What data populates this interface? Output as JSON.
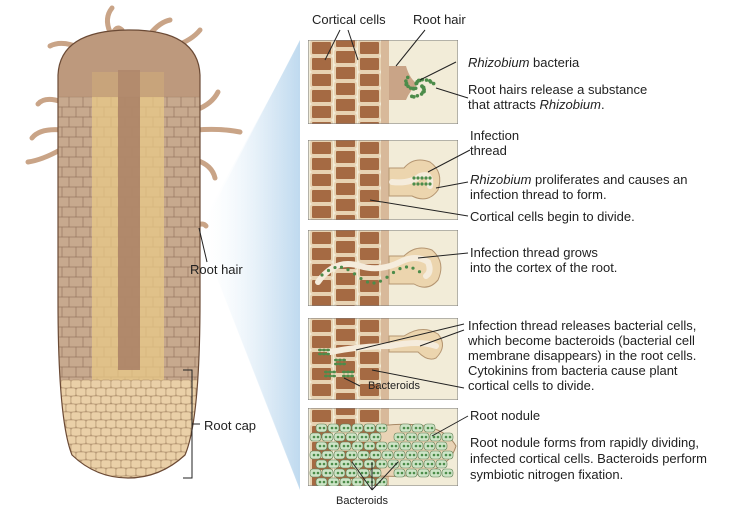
{
  "root": {
    "root_hair_label": "Root hair",
    "root_cap_label": "Root cap"
  },
  "header": {
    "cortical_cells_label": "Cortical cells",
    "root_hair_label": "Root hair"
  },
  "panels": [
    {
      "callouts": [
        {
          "italic": "Rhizobium",
          "text": " bacteria"
        },
        {
          "text": "Root hairs release a substance"
        },
        {
          "text": "that attracts ",
          "italic": "Rhizobium",
          "suffix": "."
        }
      ]
    },
    {
      "callouts": [
        {
          "text": "Infection"
        },
        {
          "text": "thread"
        },
        {
          "italic": "Rhizobium",
          "text": " proliferates and causes an"
        },
        {
          "text": "infection thread to form."
        },
        {
          "text": "Cortical cells begin to divide."
        }
      ]
    },
    {
      "callouts": [
        {
          "text": "Infection thread grows"
        },
        {
          "text": "into the cortex of the root."
        }
      ]
    },
    {
      "inner_label": "Bacteroids",
      "callouts": [
        {
          "text": "Infection thread releases bacterial cells,"
        },
        {
          "text": "which become bacteroids (bacterial cell"
        },
        {
          "text": "membrane disappears) in the root cells."
        },
        {
          "text": "Cytokinins from bacteria cause plant"
        },
        {
          "text": "cortical cells to divide."
        }
      ]
    },
    {
      "callouts": [
        {
          "text": "Root nodule"
        },
        {
          "text": "Root nodule forms from rapidly dividing,"
        },
        {
          "text": "infected cortical cells. Bacteroids perform"
        },
        {
          "text": "symbiotic nitrogen fixation."
        }
      ]
    }
  ],
  "footer": {
    "bacteroids_label": "Bacteroids"
  },
  "colors": {
    "cell_fill": "#a56a43",
    "cell_wall": "#e7d2b2",
    "root_body": "#c7a98e",
    "root_cap": "#ead0a8",
    "stele": "#e8c987",
    "stele_core": "#a87f66",
    "hair": "#c9a487",
    "bacteria": "#4c8c4a",
    "nodule_cell": "#cde4c6",
    "panel_bg": "#f2ecd8",
    "beam": "#cfe3f2"
  }
}
